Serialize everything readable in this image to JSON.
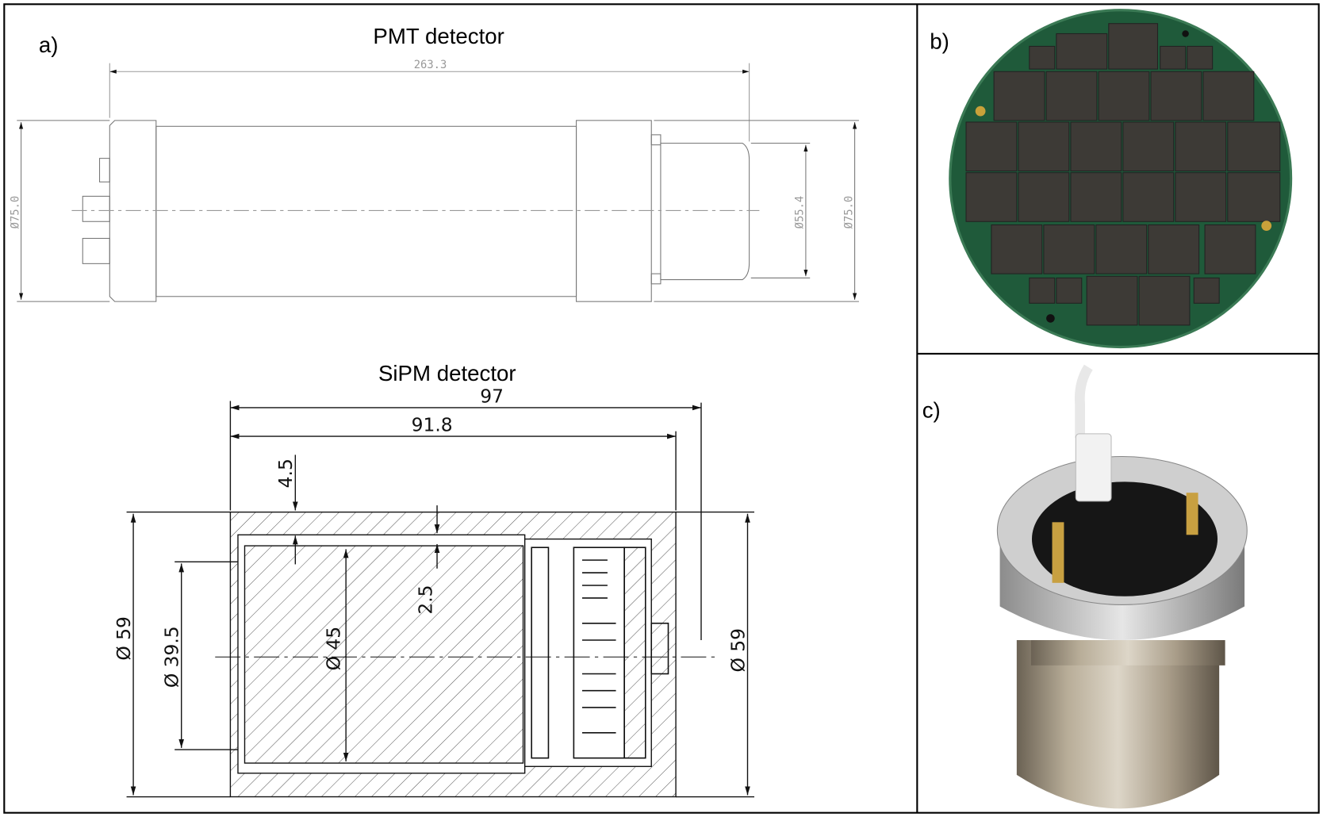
{
  "panels": {
    "a": {
      "label": "a)",
      "pmt": {
        "title": "PMT detector",
        "dims": {
          "length": "263.3",
          "left_diameter": "Ø75.0",
          "nose_diameter": "Ø55.4",
          "right_diameter": "Ø75.0"
        }
      },
      "sipm": {
        "title": "SiPM detector",
        "dims": {
          "overall_length": "97",
          "body_length": "91.8",
          "wall": "4.5",
          "gap": "2.5",
          "outer_left": "Ø 59",
          "inner_bore": "Ø 39.5",
          "crystal": "Ø 45",
          "outer_right": "Ø 59"
        }
      }
    },
    "b": {
      "label": "b)"
    },
    "c": {
      "label": "c)"
    }
  }
}
